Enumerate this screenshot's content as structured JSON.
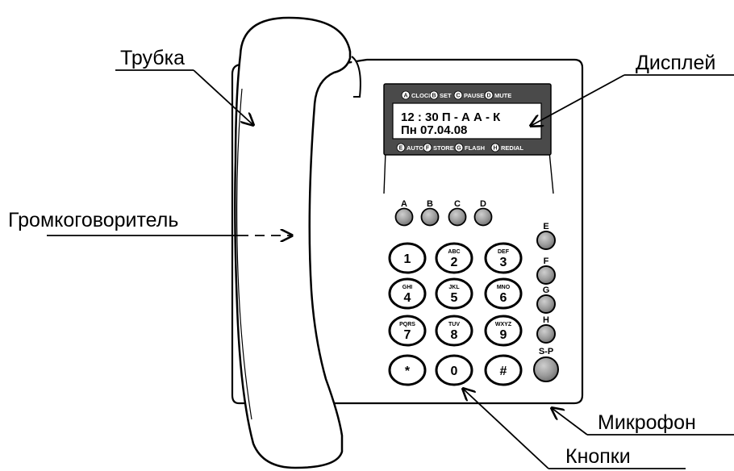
{
  "callouts": {
    "handset": "Трубка",
    "display": "Дисплей",
    "speaker": "Громкоговоритель",
    "microphone": "Микрофон",
    "buttons": "Кнопки"
  },
  "display": {
    "top_labels": [
      {
        "key": "A",
        "text": "CLOCK"
      },
      {
        "key": "B",
        "text": "SET"
      },
      {
        "key": "C",
        "text": "PAUSE"
      },
      {
        "key": "D",
        "text": "MUTE"
      }
    ],
    "bottom_labels": [
      {
        "key": "E",
        "text": "AUTO"
      },
      {
        "key": "F",
        "text": "STORE"
      },
      {
        "key": "G",
        "text": "FLASH"
      },
      {
        "key": "H",
        "text": "REDIAL"
      }
    ],
    "line1": "12 : 30   П - А А - К",
    "line2": "Пн   07.04.08"
  },
  "function_keys": [
    "A",
    "B",
    "C",
    "D"
  ],
  "side_keys": [
    "E",
    "F",
    "G",
    "H",
    "S-P"
  ],
  "keypad": [
    {
      "digit": "1",
      "letters": ""
    },
    {
      "digit": "2",
      "letters": "ABC"
    },
    {
      "digit": "3",
      "letters": "DEF"
    },
    {
      "digit": "4",
      "letters": "GHI"
    },
    {
      "digit": "5",
      "letters": "JKL"
    },
    {
      "digit": "6",
      "letters": "MNO"
    },
    {
      "digit": "7",
      "letters": "PQRS"
    },
    {
      "digit": "8",
      "letters": "TUV"
    },
    {
      "digit": "9",
      "letters": "WXYZ"
    },
    {
      "digit": "*",
      "letters": ""
    },
    {
      "digit": "0",
      "letters": ""
    },
    {
      "digit": "#",
      "letters": ""
    }
  ]
}
